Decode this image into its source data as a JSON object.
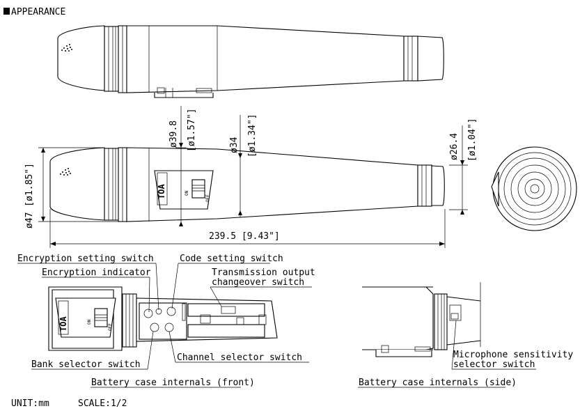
{
  "heading": "APPEARANCE",
  "dimensions": {
    "dia_39_8": "ø39.8",
    "dia_39_8_in": "[ø1.57\"]",
    "dia_34": "ø34",
    "dia_34_in": "[ø1.34\"]",
    "dia_26_4": "ø26.4",
    "dia_26_4_in": "[ø1.04\"]",
    "dia_47": "ø47 [ø1.85\"]",
    "length": "239.5 [9.43\"]"
  },
  "brand": {
    "logo": "TOA",
    "switch_on": "ON",
    "switch_off": "OFF"
  },
  "callouts": {
    "encryption_setting_switch": "Encryption setting switch",
    "encryption_indicator": "Encryption indicator",
    "code_setting_switch": "Code setting switch",
    "transmission_output_1": "Transmission output",
    "transmission_output_2": "changeover switch",
    "bank_selector_switch": "Bank selector switch",
    "channel_selector_switch": "Channel selector switch",
    "mic_sensitivity_1": "Microphone sensitivity",
    "mic_sensitivity_2": "selector switch"
  },
  "captions": {
    "front": "Battery case internals (front)",
    "side": "Battery case internals (side)"
  },
  "footer": {
    "unit": "UNIT:mm",
    "scale": "SCALE:1/2"
  }
}
